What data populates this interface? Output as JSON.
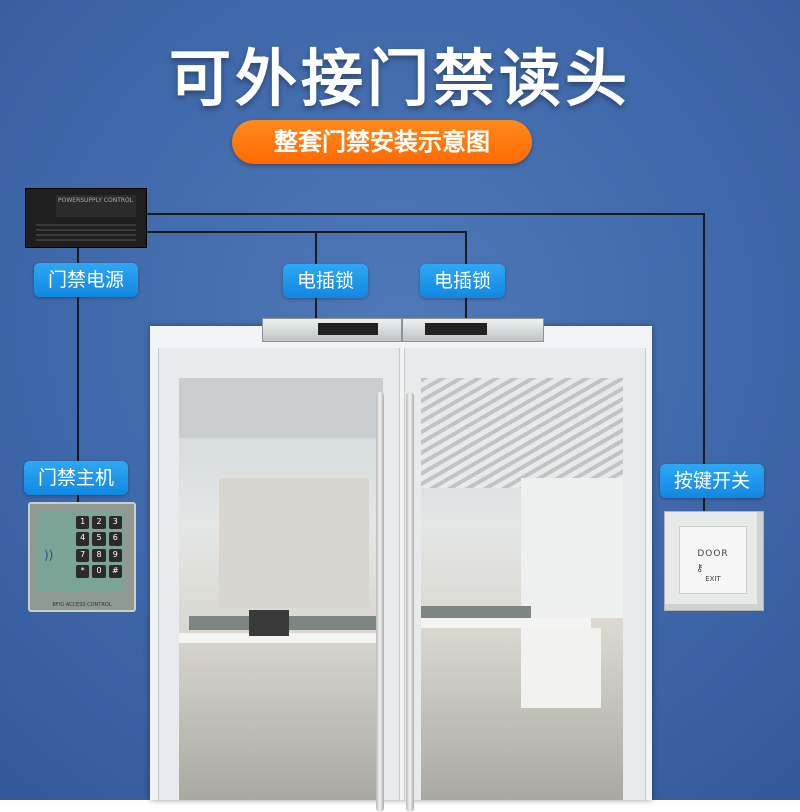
{
  "header": {
    "title": "可外接门禁读头",
    "subtitle": "整套门禁安装示意图"
  },
  "labels": {
    "power_supply": "门禁电源",
    "electric_lock_left": "电插锁",
    "electric_lock_right": "电插锁",
    "access_controller": "门禁主机",
    "exit_button": "按键开关"
  },
  "devices": {
    "power_box_text": "POWERSUPPLY CONTROL",
    "keypad_keys": [
      "1",
      "2",
      "3",
      "4",
      "5",
      "6",
      "7",
      "8",
      "9",
      "*",
      "0",
      "#"
    ],
    "keypad_brand": "RFID ACCESS CONTROL",
    "exit_button_top": "DOOR",
    "exit_button_bottom": "EXIT"
  },
  "colors": {
    "background": "#4070b0",
    "pill": "#ff7a10",
    "tag": "#1a97ea",
    "wire": "#1b1b1b"
  }
}
